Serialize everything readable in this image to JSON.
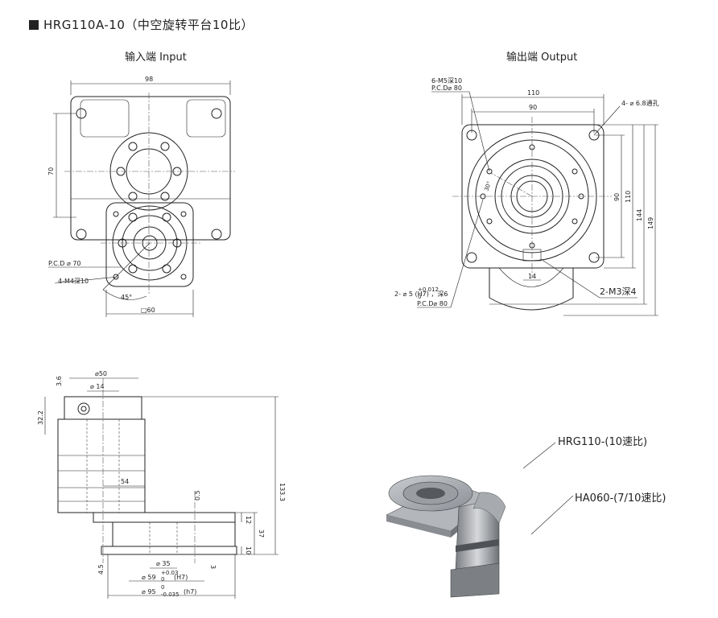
{
  "title": "HRG110A-10（中空旋转平台10比）",
  "views": {
    "input_label": "输入端 Input",
    "output_label": "输出端 Output"
  },
  "input_dims": {
    "width_98": "98",
    "height_70": "70",
    "pcd": "P.C.D  ⌀ 70",
    "m4": "4-M4深10",
    "angle": "45°",
    "square": "□60"
  },
  "output_dims": {
    "m5": "6-M5深10",
    "pcd80": "P.C.D⌀ 80",
    "w110": "110",
    "w90": "90",
    "holes": "4- ⌀ 6.8通孔",
    "h90": "90",
    "h110": "110",
    "h144": "144",
    "h149": "149",
    "angle30": "30°",
    "pin_note": "2- ⌀ 5  (H7) ，深6",
    "pin_sup": "+0.012",
    "pin_sub": "0",
    "pcd80b": "P.C.D⌀ 80",
    "w14": "14",
    "m3": "2-M3深4"
  },
  "side_dims": {
    "d50": "⌀50",
    "d14": "⌀ 14",
    "h36": "3.6",
    "h322": "32.2",
    "l54": "54",
    "h05": "0.5",
    "h1333": "133.3",
    "h12": "12",
    "h37": "37",
    "h10": "10",
    "h45": "4.5",
    "d35": "⌀ 35",
    "h3": "3",
    "d59": "⌀ 59",
    "d59_sup": "+0.03",
    "d59_sub": "0",
    "d59_fit": "(H7)",
    "d95": "⌀ 95",
    "d95_sup": "0",
    "d95_sub": "-0.035",
    "d95_fit": "(h7)"
  },
  "callouts": {
    "hrg": "HRG110-(10速比)",
    "ha": "HA060-(7/10速比)"
  }
}
